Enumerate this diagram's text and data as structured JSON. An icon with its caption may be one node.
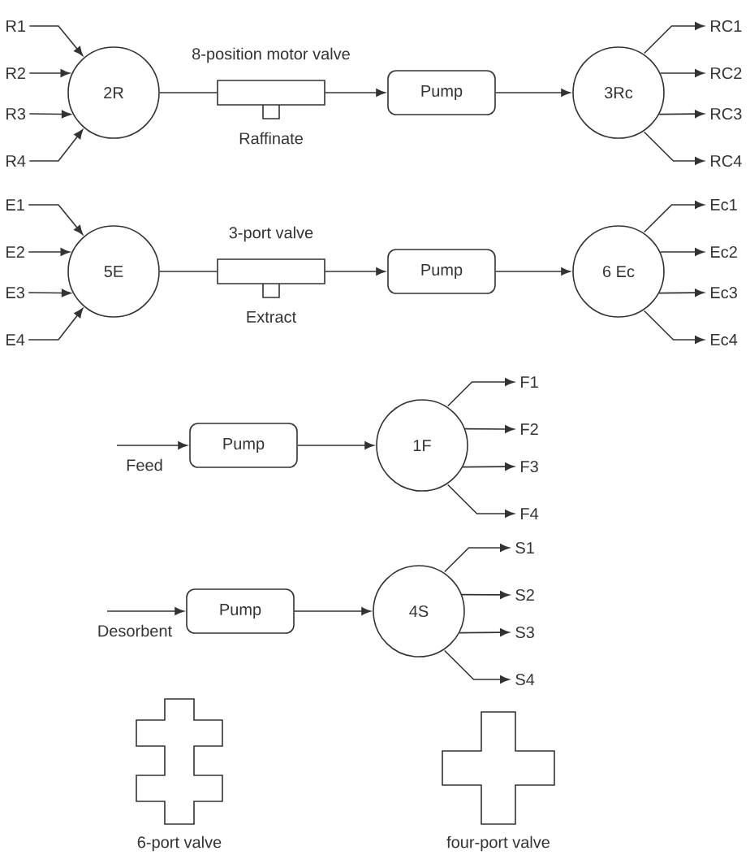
{
  "diagram": {
    "nodes": [
      {
        "text": [
          "R1"
        ]
      },
      {
        "text": [
          "R2"
        ]
      },
      {
        "text": [
          "R3"
        ]
      },
      {
        "text": [
          "R4"
        ]
      },
      {
        "text": [
          "2R"
        ]
      },
      {
        "text": [
          "8-position motor valve",
          "Raffinate"
        ]
      },
      {
        "text": [
          "Pump"
        ]
      },
      {
        "text": [
          "3Rc"
        ]
      },
      {
        "text": [
          "RC1"
        ]
      },
      {
        "text": [
          "RC2"
        ]
      },
      {
        "text": [
          "RC3"
        ]
      },
      {
        "text": [
          "RC4"
        ]
      },
      {
        "text": [
          "E1"
        ]
      },
      {
        "text": [
          "E2"
        ]
      },
      {
        "text": [
          "E3"
        ]
      },
      {
        "text": [
          "E4"
        ]
      },
      {
        "text": [
          "5E"
        ]
      },
      {
        "text": [
          "3-port valve",
          "Extract"
        ]
      },
      {
        "text": [
          "Pump"
        ]
      },
      {
        "text": [
          "6 Ec"
        ]
      },
      {
        "text": [
          "Ec1"
        ]
      },
      {
        "text": [
          "Ec2"
        ]
      },
      {
        "text": [
          "Ec3"
        ]
      },
      {
        "text": [
          "Ec4"
        ]
      },
      {
        "text": [
          "Pump"
        ]
      },
      {
        "text": [
          "1F"
        ]
      },
      {
        "text": [
          "F1"
        ]
      },
      {
        "text": [
          "F2"
        ]
      },
      {
        "text": [
          "F3"
        ]
      },
      {
        "text": [
          "F4"
        ]
      },
      {
        "text": [
          "Pump"
        ]
      },
      {
        "text": [
          "4S"
        ]
      },
      {
        "text": [
          "S1"
        ]
      },
      {
        "text": [
          "S2"
        ]
      },
      {
        "text": [
          "S3"
        ]
      },
      {
        "text": [
          "S4"
        ]
      },
      {
        "text": [
          "6-port valve"
        ]
      },
      {
        "text": [
          "four-port valve"
        ]
      }
    ],
    "edges": [
      {
        "from": 0,
        "to": 4,
        "arrow": "to"
      },
      {
        "from": 1,
        "to": 4,
        "arrow": "to"
      },
      {
        "from": 2,
        "to": 4,
        "arrow": "to"
      },
      {
        "from": 3,
        "to": 4,
        "arrow": "to"
      },
      {
        "from": 4,
        "to": 5,
        "arrow": "none"
      },
      {
        "from": 5,
        "to": 6,
        "arrow": "to"
      },
      {
        "from": 6,
        "to": 7,
        "arrow": "to"
      },
      {
        "from": 7,
        "to": 8,
        "arrow": "to"
      },
      {
        "from": 7,
        "to": 9,
        "arrow": "to"
      },
      {
        "from": 7,
        "to": 10,
        "arrow": "to"
      },
      {
        "from": 7,
        "to": 11,
        "arrow": "to"
      },
      {
        "from": 12,
        "to": 16,
        "arrow": "to"
      },
      {
        "from": 13,
        "to": 16,
        "arrow": "to"
      },
      {
        "from": 14,
        "to": 16,
        "arrow": "to"
      },
      {
        "from": 15,
        "to": 16,
        "arrow": "to"
      },
      {
        "from": 16,
        "to": 17,
        "arrow": "none"
      },
      {
        "from": 17,
        "to": 18,
        "arrow": "to"
      },
      {
        "from": 18,
        "to": 19,
        "arrow": "to"
      },
      {
        "from": 19,
        "to": 20,
        "arrow": "to"
      },
      {
        "from": 19,
        "to": 21,
        "arrow": "to"
      },
      {
        "from": 19,
        "to": 22,
        "arrow": "to"
      },
      {
        "from": 19,
        "to": 23,
        "arrow": "to"
      },
      {
        "from": null,
        "to": 24,
        "arrow": "to",
        "label": "Feed"
      },
      {
        "from": 24,
        "to": 25,
        "arrow": "to"
      },
      {
        "from": 25,
        "to": 26,
        "arrow": "to"
      },
      {
        "from": 25,
        "to": 27,
        "arrow": "to"
      },
      {
        "from": 25,
        "to": 28,
        "arrow": "to"
      },
      {
        "from": 25,
        "to": 29,
        "arrow": "to"
      },
      {
        "from": null,
        "to": 30,
        "arrow": "to",
        "label": "Desorbent"
      },
      {
        "from": 30,
        "to": 31,
        "arrow": "to"
      },
      {
        "from": 31,
        "to": 32,
        "arrow": "to"
      },
      {
        "from": 31,
        "to": 33,
        "arrow": "to"
      },
      {
        "from": 31,
        "to": 34,
        "arrow": "to"
      },
      {
        "from": 31,
        "to": 35,
        "arrow": "to"
      }
    ]
  }
}
